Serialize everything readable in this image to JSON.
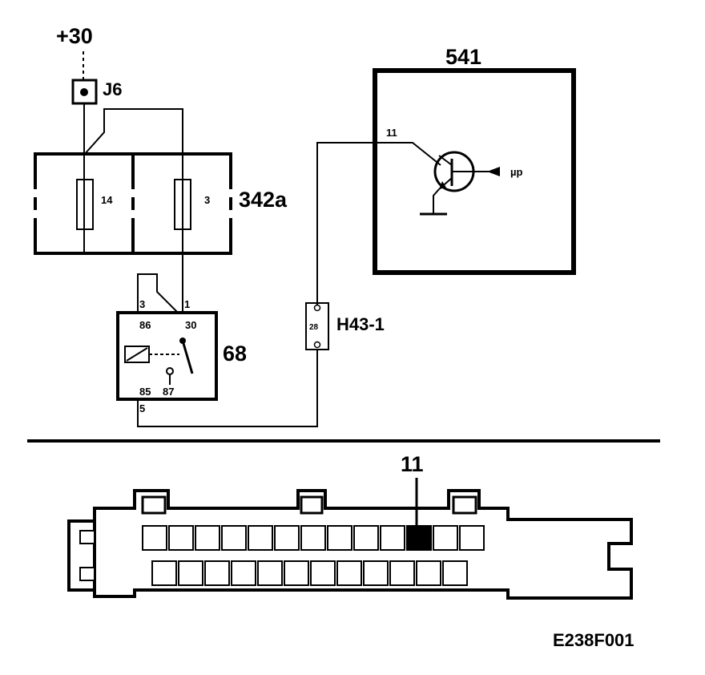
{
  "labels": {
    "supply": "+30",
    "ground_point": "J6",
    "fuse_box": "342a",
    "fuse_a": "14",
    "fuse_b": "3",
    "control_unit": "541",
    "cu_pin": "11",
    "signal": "µp",
    "relay": "68",
    "relay_pin_86_in": "3",
    "relay_pin_30_in": "1",
    "relay_pin_86": "86",
    "relay_pin_30": "30",
    "relay_pin_85": "85",
    "relay_pin_87": "87",
    "relay_pin_85_out": "5",
    "connector": "H43-1",
    "connector_pin": "28",
    "connector_callout": "11",
    "figure_code": "E238F001"
  },
  "connector_view": {
    "top_row_cells": 13,
    "bottom_row_cells": 12,
    "highlighted_top_cell": 11
  }
}
